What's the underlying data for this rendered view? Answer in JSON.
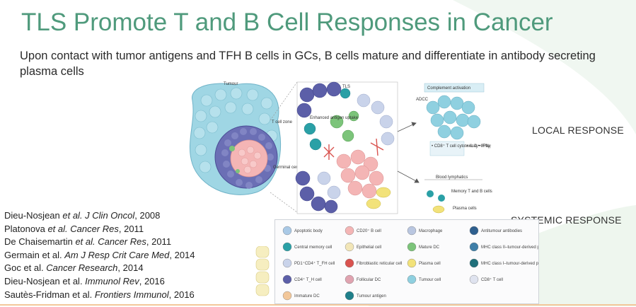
{
  "slide": {
    "title": "TLS Promote T and B Cell Responses in Cancer",
    "subtitle": "Upon contact with tumor antigens and TFH B cells in GCs, B cells mature and differentiate in antibody secreting plasma cells",
    "local_response": "LOCAL RESPONSE",
    "systemic_response": "SYSTEMIC RESPONSE"
  },
  "figure": {
    "tumour": "Tumour",
    "tls": "TLS",
    "t_cell_zone": "T cell zone",
    "germinal_centre": "Germinal centre",
    "enhanced_antigen": "Enhanced antigen uptake",
    "complement_activation": "Complement activation",
    "adcc": "ADCC",
    "cd8_cytotox": "• CD8⁺ T cell cytotoxicity • IFNγ",
    "il2": "• IL-2 • IFNγ",
    "blood_lymphatics": "Blood lymphatics",
    "memory_cells": "Memory T and B cells",
    "plasma_cells": "Plasma cells"
  },
  "legend": [
    {
      "label": "Apoptotic body",
      "color": "#a9c9e6"
    },
    {
      "label": "CD20⁺ B cell",
      "color": "#f4b5b5"
    },
    {
      "label": "Macrophage",
      "color": "#b9c6e0"
    },
    {
      "label": "Antitumour antibodies",
      "color": "#2e5f8e"
    },
    {
      "label": "Central memory cell",
      "color": "#2aa0a6"
    },
    {
      "label": "Epithelial cell",
      "color": "#f2e6b8"
    },
    {
      "label": "Mature DC",
      "color": "#7cc47a"
    },
    {
      "label": "MHC class II–tumour-derived peptide antigen",
      "color": "#3f7fa8"
    },
    {
      "label": "PD1⁺CD4⁺ T_FH cell",
      "color": "#c9d3ea"
    },
    {
      "label": "Fibroblastic reticular cell",
      "color": "#d9534f"
    },
    {
      "label": "Plasma cell",
      "color": "#f2e27a"
    },
    {
      "label": "MHC class I–tumour-derived peptide antigen",
      "color": "#1f6f7a"
    },
    {
      "label": "CD4⁺ T_H cell",
      "color": "#5c5fa8"
    },
    {
      "label": "Follicular DC",
      "color": "#e0a3b0"
    },
    {
      "label": "Tumour cell",
      "color": "#8fd0e0"
    },
    {
      "label": "CD8⁺ T cell",
      "color": "#dfe3ef"
    },
    {
      "label": "Immature DC",
      "color": "#f2c79a"
    },
    {
      "label": "Tumour antigen",
      "color": "#1f7f8a"
    }
  ],
  "references": [
    {
      "pre": "Dieu-Nosjean ",
      "ital": "et al. J Clin Oncol",
      "post": ", 2008"
    },
    {
      "pre": "Platonova ",
      "ital": "et al. Cancer Res",
      "post": ", 2011"
    },
    {
      "pre": "De Chaisemartin ",
      "ital": "et al. Cancer Res",
      "post": ", 2011"
    },
    {
      "pre": "Germain et al. ",
      "ital": "Am J Resp Crit Care Med",
      "post": ", 2014"
    },
    {
      "pre": "Goc et al. ",
      "ital": "Cancer Research",
      "post": ", 2014"
    },
    {
      "pre": "Dieu-Nosjean et al. ",
      "ital": "Immunol Rev",
      "post": ", 2016"
    },
    {
      "pre": "Sautès-Fridman et al. ",
      "ital": "Frontiers Immunol",
      "post": ", 2016"
    }
  ],
  "colors": {
    "title": "#4f9a7c",
    "swoosh": "#eaf4ec",
    "tumour_cell": "#8fd0e0",
    "gc_cell": "#f4b5b5",
    "b_cell": "#5c5fa8"
  }
}
